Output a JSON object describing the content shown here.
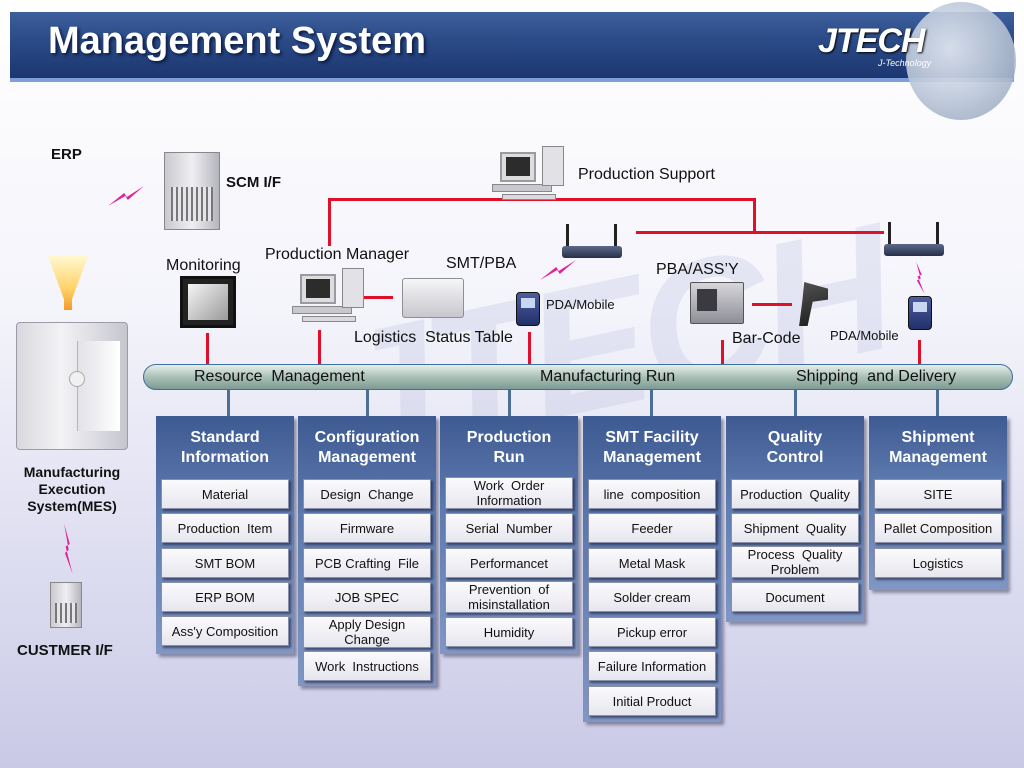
{
  "title": "Management System",
  "logo": {
    "word": "JTECH",
    "sub": "J-Technology"
  },
  "labels": {
    "erp": "ERP",
    "scm_if": "SCM I/F",
    "production_support": "Production Support",
    "monitoring": "Monitoring",
    "production_manager": "Production Manager",
    "smt_pba": "SMT/PBA",
    "pba_assy": "PBA/ASS’Y",
    "pda_mobile_1": "PDA/Mobile",
    "pda_mobile_2": "PDA/Mobile",
    "logistics_status_table": "Logistics  Status Table",
    "bar_code": "Bar-Code",
    "mes": "Manufacturing\nExecution\nSystem(MES)",
    "customer_if": "CUSTMER I/F"
  },
  "bus": {
    "resource": "Resource  Management",
    "manufacturing": "Manufacturing Run",
    "shipping": "Shipping  and Delivery"
  },
  "modules": [
    {
      "title": "Standard\nInformation",
      "items": [
        "Material",
        "Production  Item",
        "SMT BOM",
        "ERP BOM",
        "Ass'y Composition"
      ]
    },
    {
      "title": "Configuration\nManagement",
      "items": [
        "Design  Change",
        "Firmware",
        "PCB Crafting  File",
        "JOB SPEC",
        "Apply  Design\nChange",
        "Work  Instructions"
      ]
    },
    {
      "title": "Production\nRun",
      "items": [
        "Work  Order\nInformation",
        "Serial  Number",
        "Performancet",
        "Prevention  of\nmisinstallation",
        "Humidity"
      ]
    },
    {
      "title": "SMT Facility\nManagement",
      "items": [
        "line  composition",
        "Feeder",
        "Metal Mask",
        "Solder cream",
        "Pickup error",
        "Failure Information",
        "Initial Product"
      ]
    },
    {
      "title": "Quality\nControl",
      "items": [
        "Production  Quality",
        "Shipment  Quality",
        "Process  Quality\nProblem",
        "Document"
      ]
    },
    {
      "title": "Shipment\nManagement",
      "items": [
        "SITE",
        "Pallet Composition",
        "Logistics"
      ]
    }
  ],
  "colors": {
    "title_bar": "#2a4a86",
    "red_line": "#e0102a",
    "module_bg": "#5b78ad",
    "bus": "#a9c0b7"
  }
}
